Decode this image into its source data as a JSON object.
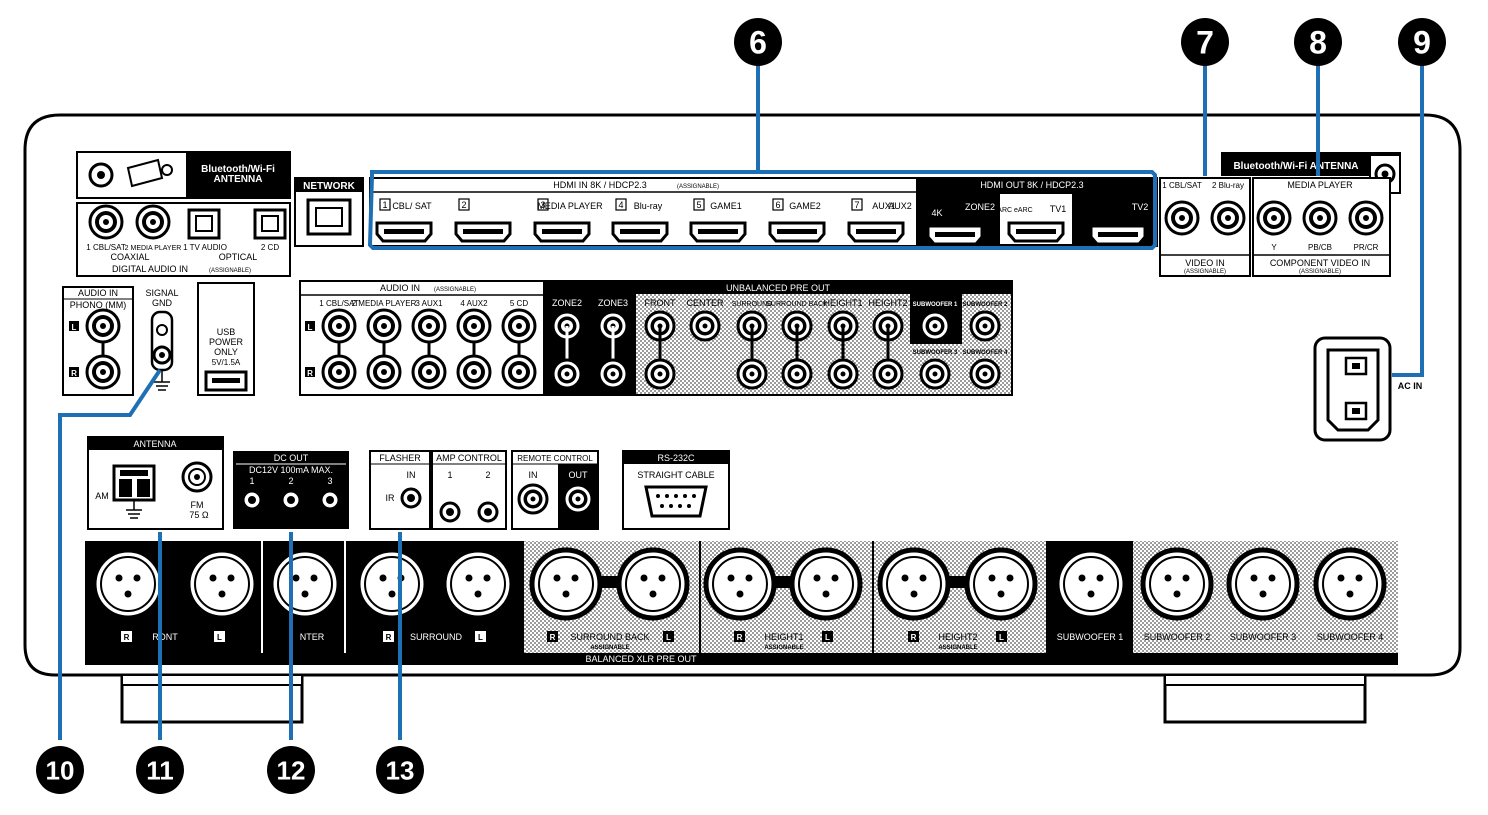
{
  "callouts": [
    {
      "id": "6",
      "num": "6"
    },
    {
      "id": "7",
      "num": "7"
    },
    {
      "id": "8",
      "num": "8"
    },
    {
      "id": "9",
      "num": "9"
    },
    {
      "id": "10",
      "num": "10"
    },
    {
      "id": "11",
      "num": "11"
    },
    {
      "id": "12",
      "num": "12"
    },
    {
      "id": "13",
      "num": "13"
    }
  ],
  "top": {
    "bt_antenna_left": [
      "Bluetooth/Wi-Fi",
      "ANTENNA"
    ],
    "bt_antenna_right": "Bluetooth/Wi-Fi ANTENNA",
    "network": "NETWORK",
    "hdmi_in_title": "HDMI IN   8K / HDCP2.3",
    "hdmi_in_assign": "(ASSIGNABLE)",
    "hdmi_in_ports": [
      {
        "num": "1",
        "label": "CBL/ SAT"
      },
      {
        "num": "2",
        "label": ""
      },
      {
        "num": "3",
        "label": "MEDIA PLAYER"
      },
      {
        "num": "4",
        "label": "Blu-ray"
      },
      {
        "num": "5",
        "label": "GAME1"
      },
      {
        "num": "6",
        "label": "GAME2"
      },
      {
        "num": "7",
        "label": "AUX1"
      },
      {
        "num": "",
        "label": "AUX2"
      }
    ],
    "hdmi_out_title": "HDMI OUT   8K / HDCP2.3",
    "hdmi_out_ports": [
      "4K",
      "ZONE2",
      "ARC eARC",
      "TV1",
      "TV2"
    ],
    "video_in_labels": [
      "1 CBL/SAT",
      "2 Blu-ray"
    ],
    "video_in_title": "VIDEO IN",
    "video_in_assign": "(ASSIGNABLE)",
    "media_player": "MEDIA PLAYER",
    "component_labels": [
      "Y",
      "PB/CB",
      "PR/CR"
    ],
    "component_title": "COMPONENT VIDEO IN",
    "component_assign": "(ASSIGNABLE)",
    "digital_labels": [
      "1 CBL/SAT",
      "2 MEDIA PLAYER",
      "1 TV AUDIO",
      "2 CD"
    ],
    "coaxial": "COAXIAL",
    "optical": "OPTICAL",
    "digital_title": "DIGITAL AUDIO IN",
    "digital_assign": "(ASSIGNABLE)"
  },
  "middle": {
    "audio_in_phono": "AUDIO IN",
    "phono_mm": "PHONO (MM)",
    "signal_gnd": [
      "SIGNAL",
      "GND"
    ],
    "usb": [
      "USB",
      "POWER",
      "ONLY",
      "5V/1.5A"
    ],
    "audio_in_title": "AUDIO IN",
    "audio_in_assign": "(ASSIGNABLE)",
    "audio_in_labels": [
      "1 CBL/SAT",
      "2 MEDIA PLAYER",
      "3 AUX1",
      "4 AUX2",
      "5 CD"
    ],
    "unbal_title": "UNBALANCED PRE OUT",
    "unbal_labels": [
      "ZONE2",
      "ZONE3",
      "FRONT",
      "CENTER",
      "SURROUND",
      "SURROUND BACK",
      "HEIGHT1",
      "HEIGHT2",
      "SUBWOOFER 1",
      "SUBWOOFER 2"
    ],
    "sub_lower": [
      "SUBWOOFER 3",
      "SUBWOOFER 4"
    ],
    "ac_in": "AC IN",
    "lr": [
      "L",
      "R"
    ]
  },
  "lower": {
    "antenna_title": "ANTENNA",
    "am": "AM",
    "fm": [
      "FM",
      "75 Ω"
    ],
    "dc_out_title": "DC OUT",
    "dc_out_spec": "DC12V 100mA MAX.",
    "dc_out_nums": [
      "1",
      "2",
      "3"
    ],
    "flasher": "FLASHER",
    "flasher_in": "IN",
    "flasher_ir": "IR",
    "amp_control": "AMP CONTROL",
    "amp_nums": [
      "1",
      "2"
    ],
    "remote_control": "REMOTE CONTROL",
    "remote_in": "IN",
    "remote_out": "OUT",
    "rs232c": "RS-232C",
    "straight_cable": "STRAIGHT CABLE"
  },
  "xlr": {
    "title": "BALANCED XLR PRE OUT",
    "labels": [
      "RONT",
      "NTER",
      "SURROUND",
      "SURROUND BACK",
      "HEIGHT1",
      "HEIGHT2",
      "SUBWOOFER 1",
      "SUBWOOFER 2",
      "SUBWOOFER 3",
      "SUBWOOFER 4"
    ],
    "assignable": "ASSIGNABLE"
  },
  "colors": {
    "callout_line": "#1f6fb5",
    "ink": "#000000"
  }
}
